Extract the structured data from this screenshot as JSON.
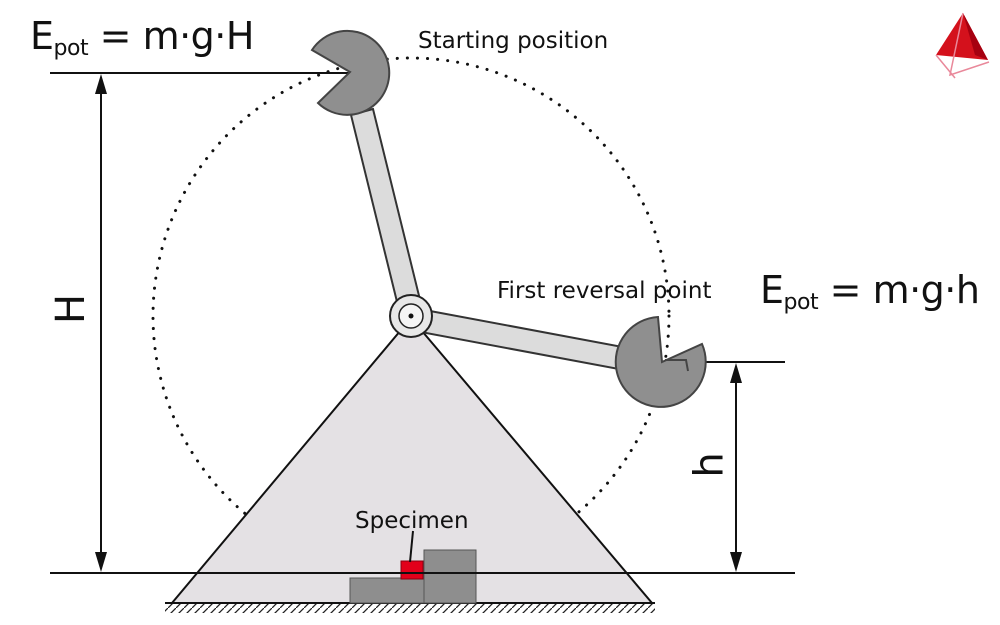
{
  "formulas": {
    "top": {
      "E": "E",
      "sub": "pot",
      "rest": " = m·g·H"
    },
    "right": {
      "E": "E",
      "sub": "pot",
      "rest": " = m·g·h"
    }
  },
  "labels": {
    "starting_position": "Starting position",
    "first_reversal_point": "First reversal point",
    "specimen": "Specimen",
    "H": "H",
    "h": "h"
  },
  "colors": {
    "pendulum_gray": "#8f8f8f",
    "arm_fill": "#dcdcdc",
    "frame_fill": "#e4e1e4",
    "specimen_red": "#e2001a",
    "logo_red": "#d4111c"
  }
}
